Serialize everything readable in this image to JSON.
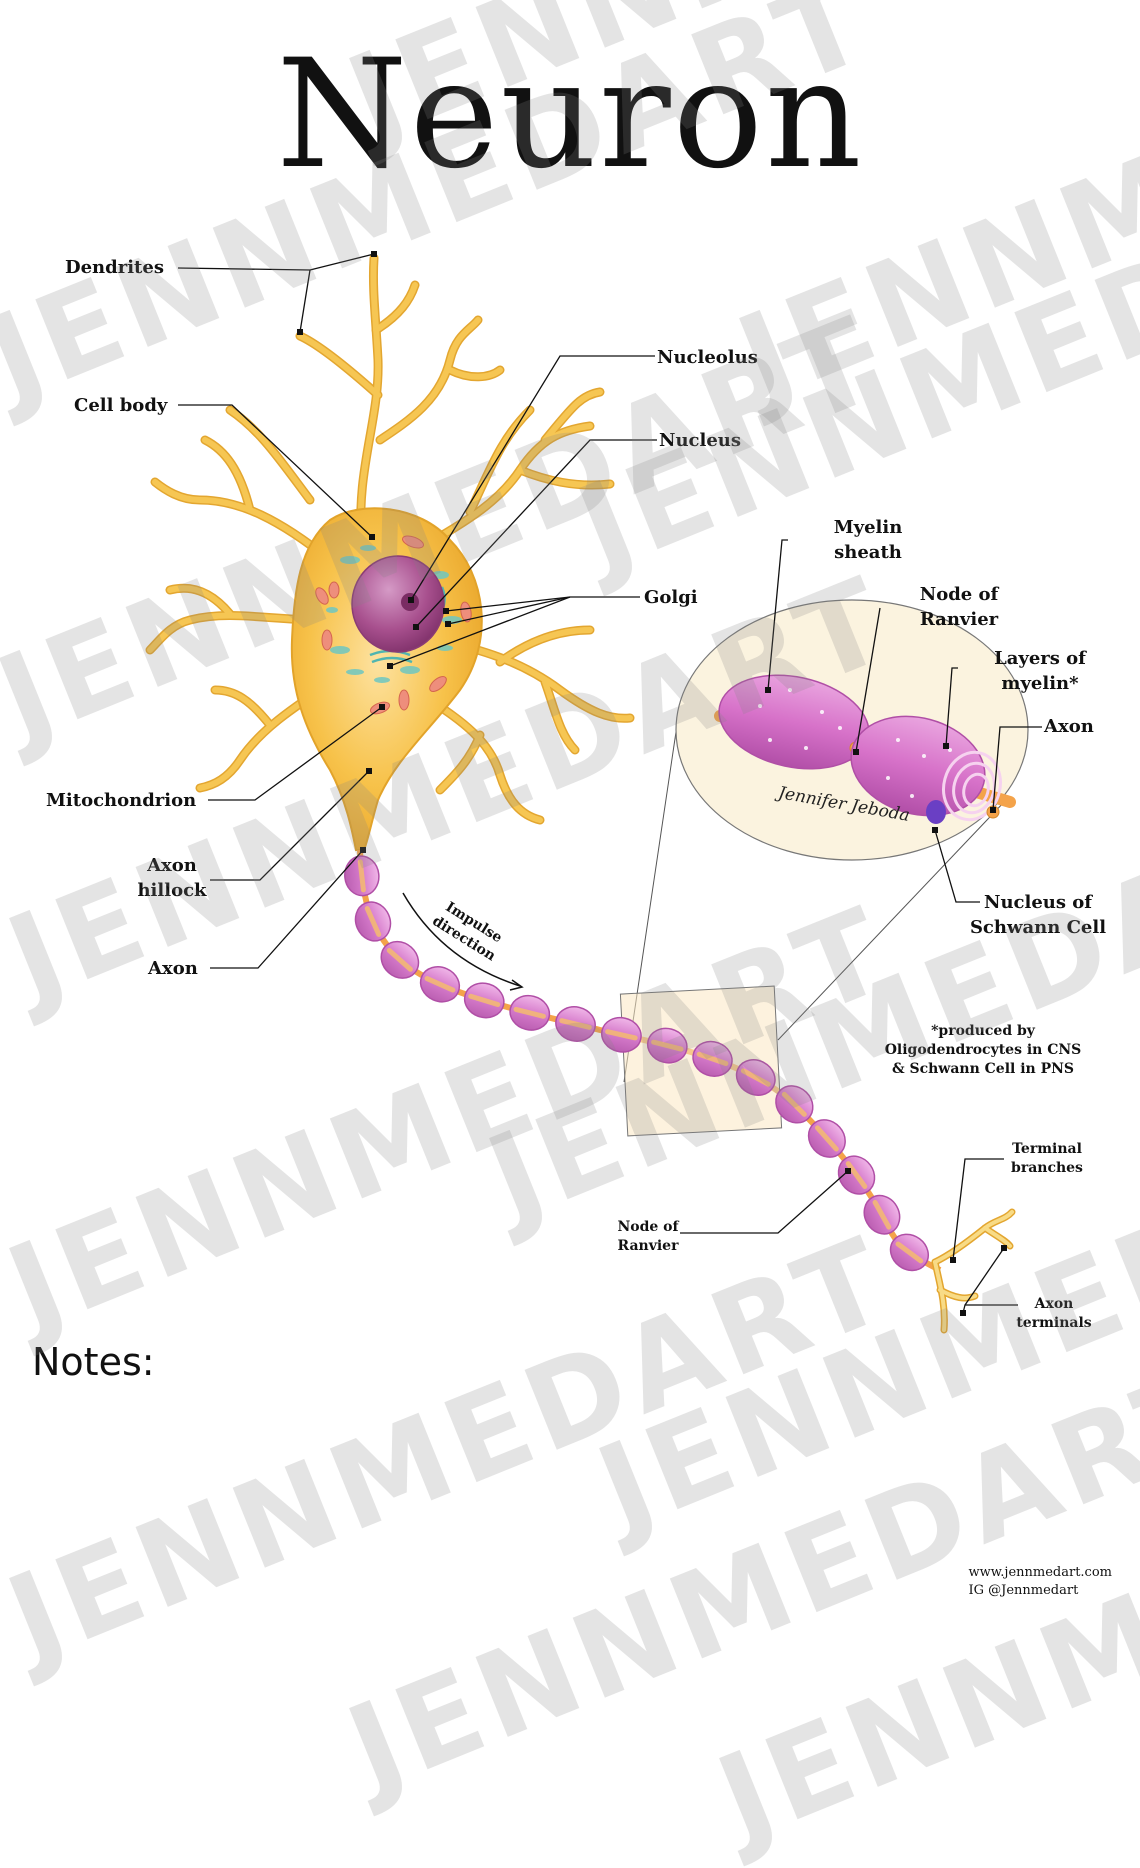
{
  "title": "Neuron",
  "labels": {
    "dendrites": "Dendrites",
    "cell_body": "Cell body",
    "nucleolus": "Nucleolus",
    "nucleus": "Nucleus",
    "golgi": "Golgi",
    "mitochondrion": "Mitochondrion",
    "axon_hillock": [
      "Axon",
      "hillock"
    ],
    "axon": "Axon",
    "impulse_direction": [
      "Impulse",
      "direction"
    ],
    "node_of_ranvier_lower": [
      "Node of",
      "Ranvier"
    ],
    "terminal_branches": [
      "Terminal",
      "branches"
    ],
    "axon_terminals": [
      "Axon",
      "terminals"
    ],
    "myelin_sheath": [
      "Myelin",
      "sheath"
    ],
    "node_of_ranvier_inset": [
      "Node of",
      "Ranvier"
    ],
    "layers_of_myelin": [
      "Layers of",
      "myelin*"
    ],
    "axon_inset": "Axon",
    "nucleus_of_schwann": [
      "Nucleus of",
      "Schwann Cell"
    ]
  },
  "footnote": [
    "*produced by",
    "Oligodendrocytes in CNS",
    "& Schwann Cell in PNS"
  ],
  "notes": "Notes:",
  "signature": "Jennifer Jeboda",
  "credit": [
    "www.jennmedart.com",
    "IG @Jennmedart"
  ],
  "watermark": "JENNMEDART",
  "colors": {
    "dendrite": "#f6c653",
    "dendrite_edge": "#e2a830",
    "cell_body": "#f7c24a",
    "nucleus": "#a8508e",
    "nucleolus": "#7a2c63",
    "er": "#6fc7c1",
    "mitochondria": "#ee8e7c",
    "myelin": "#d772c9",
    "myelin_edge": "#b04fa6",
    "axon_core": "#f4a34a",
    "inset_bg": "#fbf3df",
    "schwann_nucleus": "#6a3fc4"
  }
}
